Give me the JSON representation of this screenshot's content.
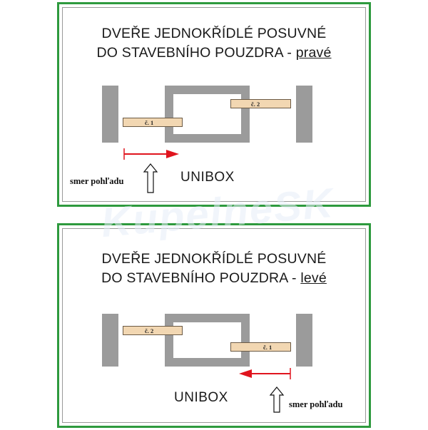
{
  "watermark": "KupelneSK",
  "colors": {
    "border": "#2e9a3e",
    "arrow_red": "#e0141e",
    "wall": "#9b9b9b",
    "leaf": "#f2d7b2"
  },
  "panels": [
    {
      "title_line1": "DVEŘE JEDNOKŘÍDLÉ POSUVNÉ",
      "title_line2_prefix": "DO STAVEBNÍHO POUZDRA - ",
      "side": "pravé",
      "leaf_a_label": "č. 1",
      "leaf_b_label": "č. 2",
      "brand": "UNIBOX",
      "view_label": "smer pohľadu",
      "direction": "right"
    },
    {
      "title_line1": "DVEŘE JEDNOKŘÍDLÉ POSUVNÉ",
      "title_line2_prefix": "DO STAVEBNÍHO POUZDRA - ",
      "side": "levé",
      "leaf_a_label": "č. 2",
      "leaf_b_label": "č. 1",
      "brand": "UNIBOX",
      "view_label": "smer pohľadu",
      "direction": "left"
    }
  ]
}
